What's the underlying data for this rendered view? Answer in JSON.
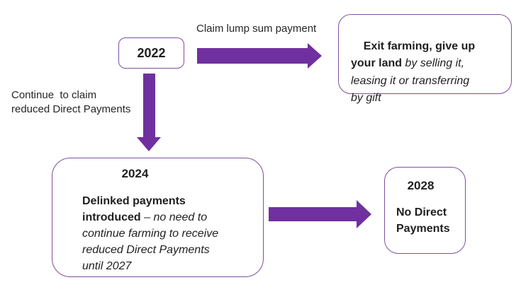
{
  "diagram": {
    "description": "Flowchart of farming payment options from 2022 to 2028",
    "colors": {
      "arrow": "#7030A0",
      "box_border": "#7C4FA0",
      "text": "#1f1f1f"
    },
    "labels": {
      "claim_lump_sum": "Claim lump sum payment",
      "continue_reduced": "Continue  to claim\nreduced Direct Payments"
    },
    "nodes": {
      "y2022": {
        "label": "2022"
      },
      "exit": {
        "bold": "Exit farming, give up\nyour land",
        "italic": " by selling it,\nleasing it or transferring\nby gift"
      },
      "y2024": {
        "heading": "2024",
        "bold": "Delinked payments introduced",
        "italic": " – no need to continue farming to receive reduced Direct Payments until 2027"
      },
      "y2028": {
        "heading": "2028",
        "body": "No Direct\nPayments"
      }
    },
    "arrows": [
      {
        "name": "arrow-claim-lump-sum",
        "from": "2022",
        "to": "exit-farming",
        "direction": "right"
      },
      {
        "name": "arrow-continue-reduced",
        "from": "2022",
        "to": "2024",
        "direction": "down"
      },
      {
        "name": "arrow-to-2028",
        "from": "2024",
        "to": "2028",
        "direction": "right"
      }
    ]
  }
}
